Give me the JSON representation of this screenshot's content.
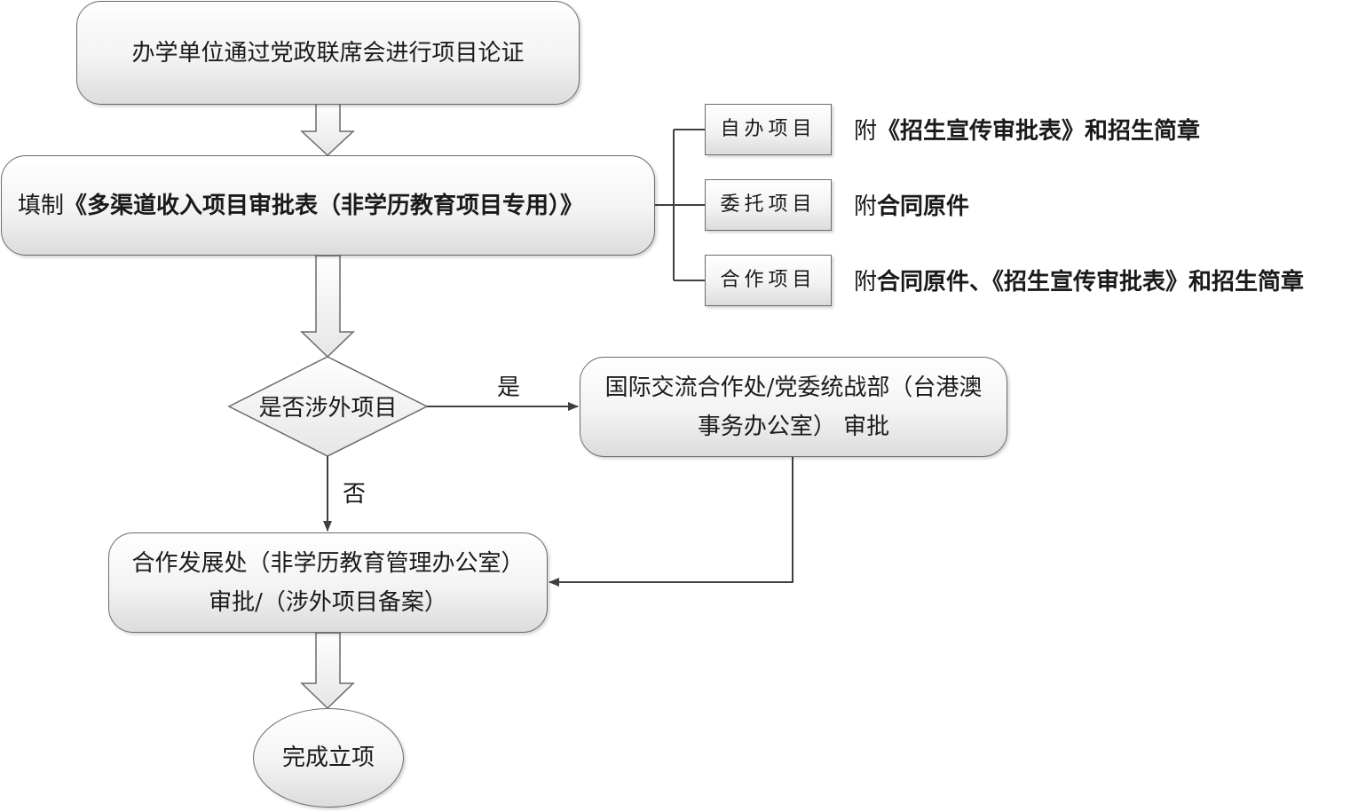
{
  "steps": {
    "start": "办学单位通过党政联席会进行项目论证",
    "fill_prefix": "填制",
    "fill_bold": "《多渠道收入项目审批表（非学历教育项目专用）》",
    "decision": "是否涉外项目",
    "foreign_line1": "国际交流合作处/党委统战部（台港澳",
    "foreign_line2": "事务办公室） 审批",
    "coop_line1": "合作发展处（非学历教育管理办公室）",
    "coop_line2": "审批/（涉外项目备案）",
    "end": "完成立项"
  },
  "branches": [
    {
      "type": "自办项目",
      "note_prefix": "附",
      "note_bold": "《招生宣传审批表》和招生简章"
    },
    {
      "type": "委托项目",
      "note_prefix": "附",
      "note_bold": "合同原件"
    },
    {
      "type": "合作项目",
      "note_prefix": "附",
      "note_bold": "合同原件、《招生宣传审批表》和招生简章"
    }
  ],
  "labels": {
    "yes": "是",
    "no": "否"
  }
}
